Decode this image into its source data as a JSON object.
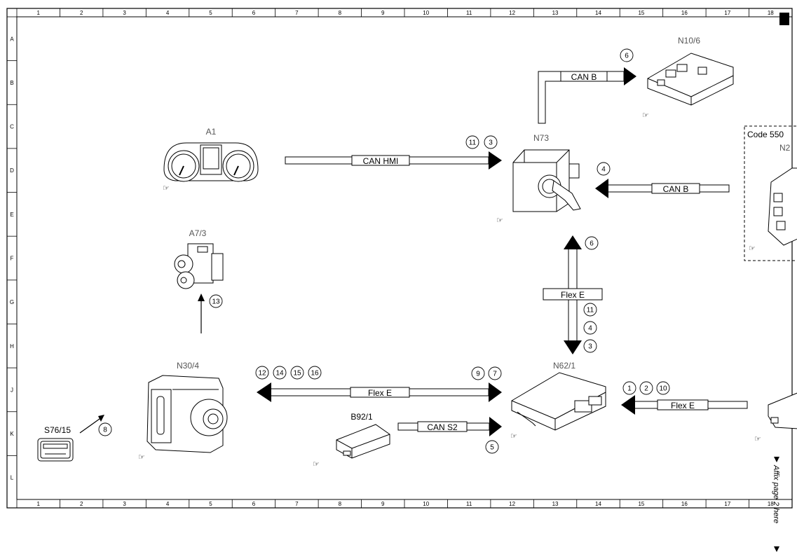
{
  "grid": {
    "columns": [
      "1",
      "2",
      "3",
      "4",
      "5",
      "6",
      "7",
      "8",
      "9",
      "10",
      "11",
      "12",
      "13",
      "14",
      "15",
      "16",
      "17",
      "18"
    ],
    "rows": [
      "A",
      "B",
      "C",
      "D",
      "E",
      "F",
      "G",
      "H",
      "J",
      "K",
      "L"
    ]
  },
  "components": {
    "a1": "A1",
    "a7_3": "A7/3",
    "n30_4": "N30/4",
    "s76_15": "S76/15",
    "b92_1": "B92/1",
    "n62_1": "N62/1",
    "n73": "N73",
    "n10_6": "N10/6",
    "n2": "N2"
  },
  "code_box": {
    "label": "Code 550"
  },
  "buses": {
    "can_hmi": "CAN HMI",
    "can_b_top": "CAN B",
    "can_b_right": "CAN B",
    "flex_e_vertical": "Flex E",
    "flex_e_horizontal": "Flex E",
    "flex_e_right": "Flex E",
    "can_s2": "CAN S2"
  },
  "callouts": {
    "c_can_hmi": [
      "11",
      "3"
    ],
    "c_can_b_top": [
      "6"
    ],
    "c_can_b_right": [
      "4"
    ],
    "c_flex_up": [
      "6"
    ],
    "c_flex_down": [
      "11",
      "4",
      "3"
    ],
    "c_flex_left": [
      "12",
      "14",
      "15",
      "16"
    ],
    "c_flex_right": [
      "9",
      "7"
    ],
    "c_flex_in": [
      "1",
      "2",
      "10"
    ],
    "c_can_s2": [
      "5"
    ],
    "c_a73": [
      "13"
    ],
    "c_s76": [
      "8"
    ]
  },
  "side_note": "Affix page 2 here"
}
